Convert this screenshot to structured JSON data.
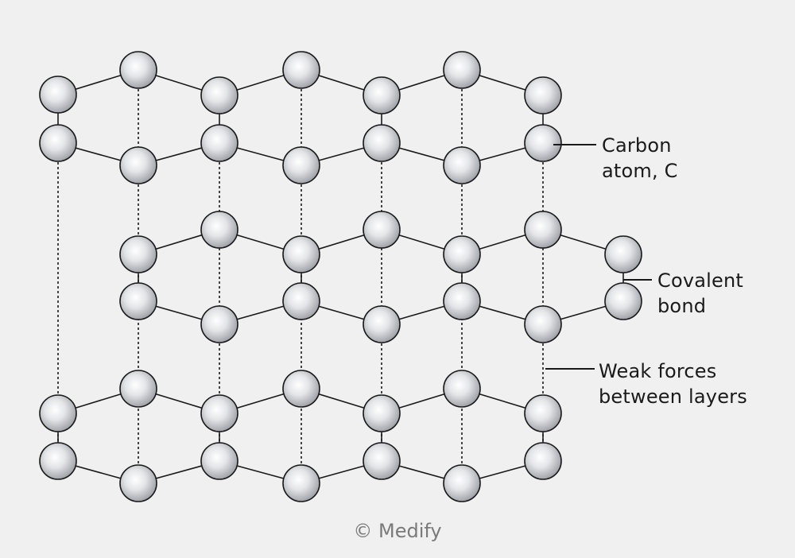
{
  "labels": {
    "carbon_line1": "Carbon",
    "carbon_line2": "atom, C",
    "covalent_line1": "Covalent",
    "covalent_line2": "bond",
    "weak_line1": "Weak forces",
    "weak_line2": "between layers"
  },
  "copyright": "© Medify",
  "colors": {
    "background": "#f0f0f0",
    "atom_fill_center": "#ffffff",
    "atom_fill_edge": "#9da0a6",
    "stroke": "#1a1a1a",
    "copyright": "#7a7a7a"
  }
}
